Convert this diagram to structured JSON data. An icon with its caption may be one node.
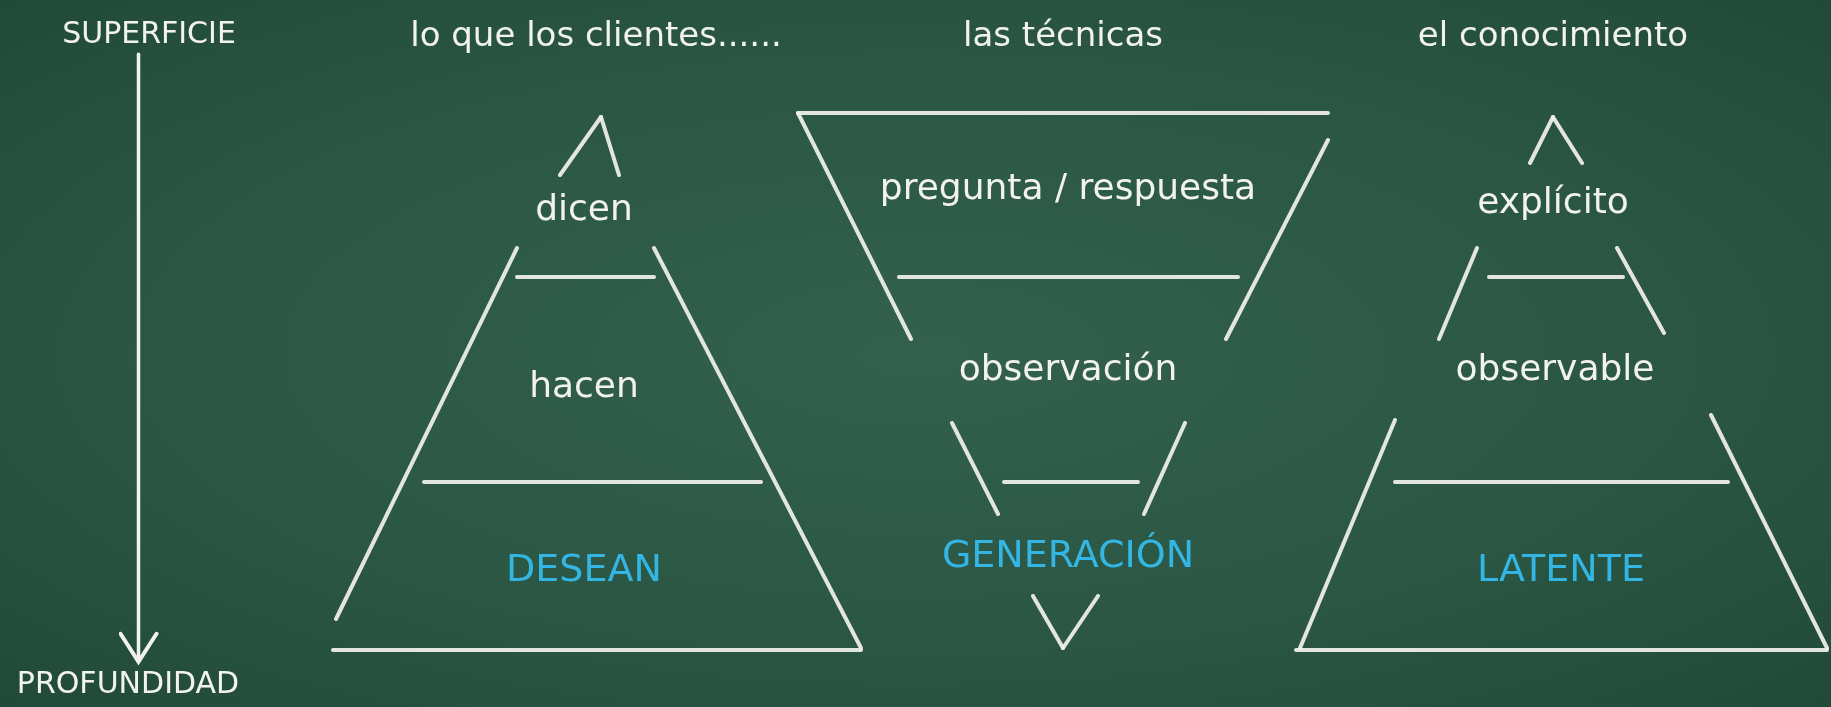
{
  "diagram": {
    "nodes": [
      {
        "text": [
          "SUPERFICIE"
        ]
      },
      {
        "text": [
          "PROFUNDIDAD"
        ]
      },
      {
        "text": [
          "dicen"
        ]
      },
      {
        "text": [
          "hacen"
        ]
      },
      {
        "text": [
          "DESEAN"
        ]
      },
      {
        "text": [
          "pregunta / respuesta"
        ]
      },
      {
        "text": [
          "observación"
        ]
      },
      {
        "text": [
          "GENERACIÓN"
        ]
      },
      {
        "text": [
          "explícito"
        ]
      },
      {
        "text": [
          "observable"
        ]
      },
      {
        "text": [
          "LATENTE"
        ]
      }
    ],
    "edges": [
      {
        "from": 0,
        "to": 1,
        "arrow": "to"
      }
    ],
    "labels": [
      "lo que los clientes......",
      "las técnicas",
      "el conocimiento"
    ]
  }
}
